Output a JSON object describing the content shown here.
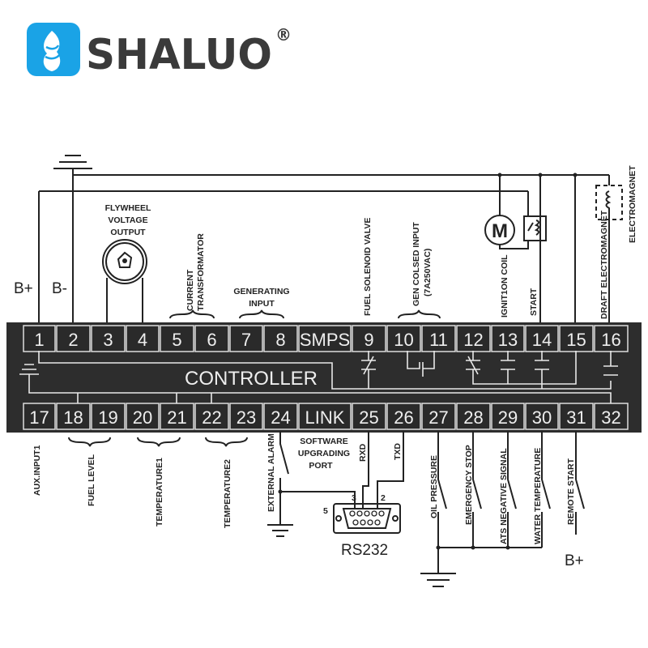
{
  "logo": {
    "brand": "SHALUO",
    "registered": "®",
    "color": "#1aa3e6",
    "text_color": "#3a3a3a"
  },
  "top_labels": {
    "b_plus": "B+",
    "b_minus": "B-",
    "flywheel": [
      "FLYWHEEL",
      "VOLTAGE",
      "OUTPUT"
    ],
    "current_transformator": [
      "CURRENT",
      "TRANSFORMATOR"
    ],
    "generating_input": [
      "GENERATING",
      "INPUT"
    ],
    "fuel_solenoid_valve": "FUEL SOLENOID VALVE",
    "gen_closed_input": [
      "GEN COLSED INPUT",
      "(7A250VAC)"
    ],
    "motor": "M",
    "ignition_coil": "IGNIT1ON COIL",
    "start": "START",
    "draft_electromagnet": "DRAFT ELECTROMAGNET",
    "electromagnet": "ELECTROMAGNET"
  },
  "controller": {
    "title": "CONTROLLER",
    "top_terminals": [
      "1",
      "2",
      "3",
      "4",
      "5",
      "6",
      "7",
      "8",
      "SMPS",
      "9",
      "10",
      "11",
      "12",
      "13",
      "14",
      "15",
      "16"
    ],
    "bottom_terminals": [
      "17",
      "18",
      "19",
      "20",
      "21",
      "22",
      "23",
      "24",
      "LINK",
      "25",
      "26",
      "27",
      "28",
      "29",
      "30",
      "31",
      "32"
    ]
  },
  "bottom_labels": {
    "aux_input1": "AUX.INPUT1",
    "fuel_level": "FUEL LEVEL",
    "temperature1": "TEMPERATURE1",
    "temperature2": "TEMPERATURE2",
    "external_alarm": "EXTERNAL ALARM",
    "software_port": [
      "SOFTWARE",
      "UPGRADING",
      "PORT"
    ],
    "rxd": "RXD",
    "txd": "TXD",
    "pin3": "3",
    "pin2": "2",
    "pin5": "5",
    "rs232": "RS232",
    "oil_pressure": "OIL PRESSURE",
    "emergency_stop": "EMERGENCY STOP",
    "ats_negative": "ATS NEGATIVE SIGNAL",
    "water_temperature": "WATER TEMPERATURE",
    "remote_start": "REMOTE START",
    "b_plus": "B+"
  }
}
